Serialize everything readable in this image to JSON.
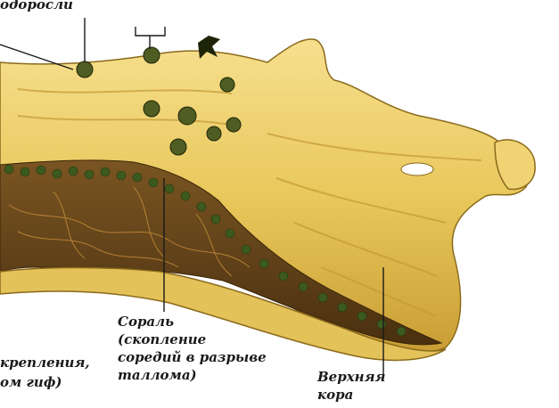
{
  "labels": {
    "algae": "одоросли",
    "soredium_line1": "Сораль",
    "soredium_line2": "(скопление",
    "soredium_line3": "соредий в разрыве",
    "soredium_line4": "таллома)",
    "attachment_line1": "крепления,",
    "attachment_line2": "ом гиф)",
    "upper_line1": "Верхняя",
    "upper_line2": "кора"
  },
  "colors": {
    "thallus": "#e9c85c",
    "thallus_highlight": "#f6df8e",
    "thallus_shadow": "#b8902a",
    "medulla": "#6b4a1c",
    "algae_green": "#3c5a1e",
    "leader": "#1a1a1a"
  }
}
